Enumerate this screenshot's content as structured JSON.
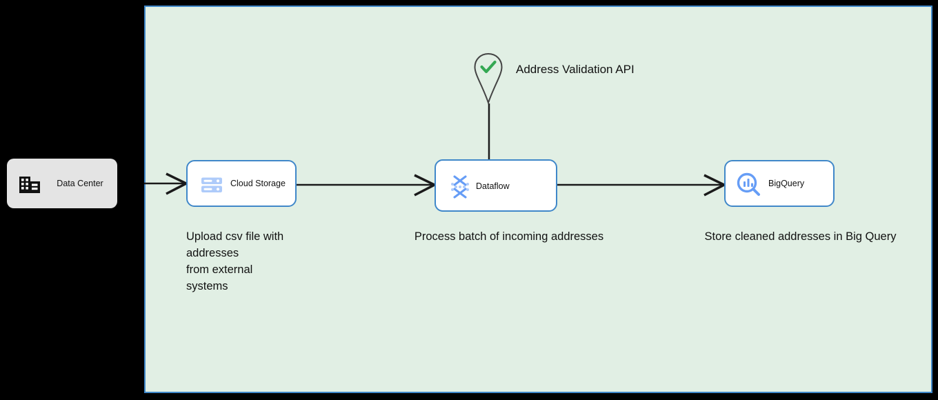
{
  "diagram": {
    "background_color": "#000000",
    "panel": {
      "name": "cloud-platform-panel",
      "fill": "#e1efe4",
      "border_color": "#3f87c9"
    },
    "external": {
      "label": "Data Center",
      "icon": "data-center-icon",
      "fill": "#e4e4e4"
    },
    "nodes": [
      {
        "id": "cloud-storage",
        "label": "Cloud Storage",
        "icon": "cloud-storage-icon",
        "icon_color": "#669df6",
        "border_color": "#3f87c9",
        "fill": "#ffffff"
      },
      {
        "id": "dataflow",
        "label": "Dataflow",
        "icon": "dataflow-icon",
        "icon_color": "#669df6",
        "border_color": "#3f87c9",
        "fill": "#ffffff"
      },
      {
        "id": "bigquery",
        "label": "BigQuery",
        "icon": "bigquery-icon",
        "icon_color": "#669df6",
        "border_color": "#3f87c9",
        "fill": "#ffffff"
      }
    ],
    "api": {
      "label_line1": "Address Validation",
      "label_line2": "API",
      "icon": "map-pin-check-icon",
      "check_color": "#34a853",
      "outline_color": "#444444"
    },
    "captions": {
      "storage": {
        "line1": "Upload csv file with",
        "line2": "addresses",
        "line3": "from external",
        "line4": "systems"
      },
      "dataflow": "Process batch of incoming addresses",
      "bigquery": "Store cleaned addresses in Big Query"
    },
    "connectors": [
      {
        "id": "datacenter-to-storage",
        "from": "Data Center",
        "to": "Cloud Storage",
        "style": "arrow"
      },
      {
        "id": "storage-to-dataflow",
        "from": "Cloud Storage",
        "to": "Dataflow",
        "style": "arrow"
      },
      {
        "id": "dataflow-to-bigquery",
        "from": "Dataflow",
        "to": "BigQuery",
        "style": "arrow"
      },
      {
        "id": "api-to-dataflow",
        "from": "Address Validation API",
        "to": "Dataflow",
        "style": "line"
      }
    ]
  }
}
